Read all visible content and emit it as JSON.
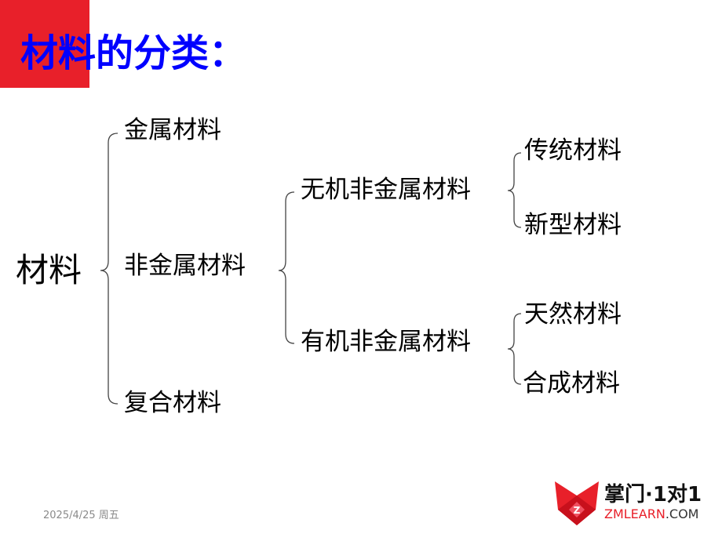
{
  "title": "材料的分类：",
  "tree": {
    "root": "材料",
    "level1": [
      "金属材料",
      "非金属材料",
      "复合材料"
    ],
    "level2": [
      "无机非金属材料",
      "有机非金属材料"
    ],
    "level3_inorganic": [
      "传统材料",
      "新型材料"
    ],
    "level3_organic": [
      "天然材料",
      "合成材料"
    ]
  },
  "footer": {
    "date": "2025/4/25 周五"
  },
  "logo": {
    "cn": "掌门·1对1",
    "en_main": "ZMLEARN",
    "en_suffix": ".COM"
  },
  "colors": {
    "accent_red": "#e8202a",
    "title_blue": "#0000ff"
  }
}
